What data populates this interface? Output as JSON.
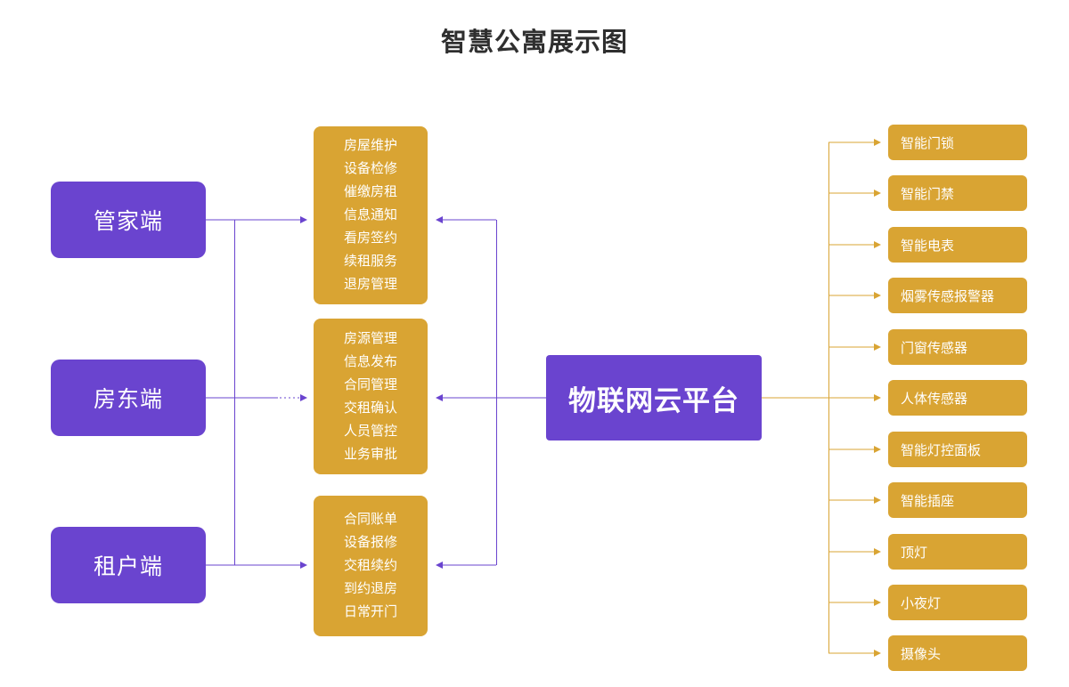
{
  "title": "智慧公寓展示图",
  "left_nodes": [
    {
      "label": "管家端"
    },
    {
      "label": "房东端"
    },
    {
      "label": "租户端"
    }
  ],
  "middle_groups": [
    {
      "items": [
        "房屋维护",
        "设备检修",
        "催缴房租",
        "信息通知",
        "看房签约",
        "续租服务",
        "退房管理"
      ]
    },
    {
      "items": [
        "房源管理",
        "信息发布",
        "合同管理",
        "交租确认",
        "人员管控",
        "业务审批"
      ]
    },
    {
      "items": [
        "合同账单",
        "设备报修",
        "交租续约",
        "到约退房",
        "日常开门"
      ]
    }
  ],
  "platform": {
    "label": "物联网云平台"
  },
  "devices": [
    "智能门锁",
    "智能门禁",
    "智能电表",
    "烟雾传感报警器",
    "门窗传感器",
    "人体传感器",
    "智能灯控面板",
    "智能插座",
    "顶灯",
    "小夜灯",
    "摄像头"
  ],
  "colors": {
    "purple": "#6a44cf",
    "gold": "#d9a433",
    "title_text": "#2f2f2f",
    "box_text": "#ffffff"
  }
}
